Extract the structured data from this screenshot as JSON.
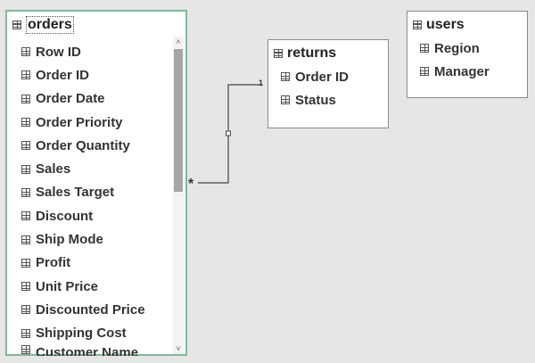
{
  "tables": {
    "orders": {
      "name": "orders",
      "fields": [
        "Row ID",
        "Order ID",
        "Order Date",
        "Order Priority",
        "Order Quantity",
        "Sales",
        "Sales Target",
        "Discount",
        "Ship Mode",
        "Profit",
        "Unit Price",
        "Discounted Price",
        "Shipping Cost",
        "Customer Name"
      ]
    },
    "returns": {
      "name": "returns",
      "fields": [
        "Order ID",
        "Status"
      ]
    },
    "users": {
      "name": "users",
      "fields": [
        "Region",
        "Manager"
      ]
    }
  },
  "relationship": {
    "many_marker": "*",
    "one_marker": "1"
  },
  "scrollbar": {
    "up_arrow": "^",
    "down_arrow": "v"
  }
}
